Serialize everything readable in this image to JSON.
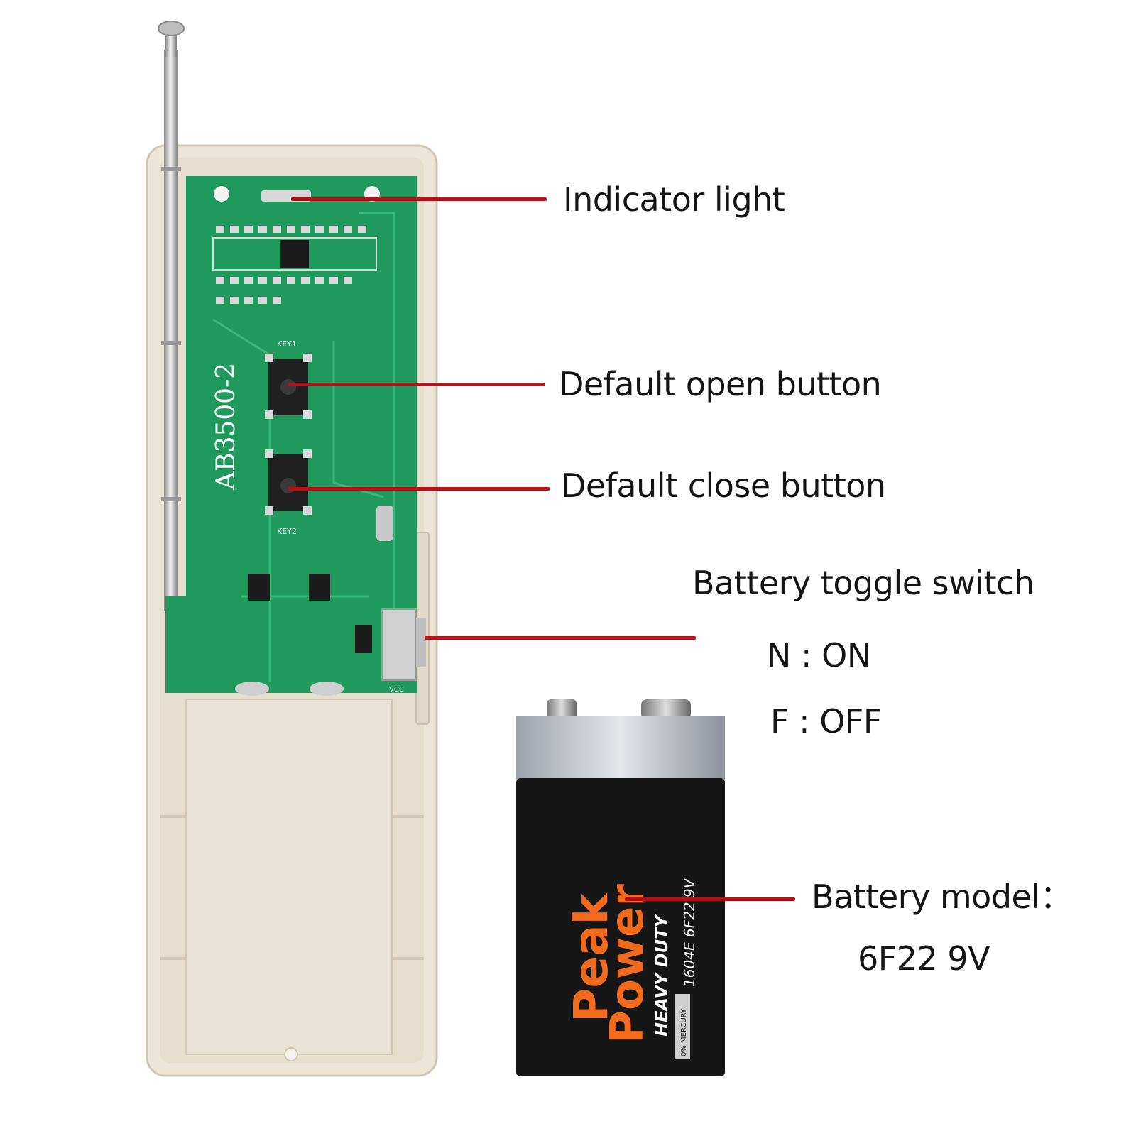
{
  "callouts": {
    "indicator_light": "Indicator light",
    "default_open_button": "Default open button",
    "default_close_button": "Default close button",
    "battery_toggle_switch": "Battery toggle switch",
    "switch_on": "N : ON",
    "switch_off": "F : OFF",
    "battery_model_label": "Battery model：",
    "battery_model_value": "6F22 9V"
  },
  "board": {
    "model_marking": "AB3500-2",
    "key1_label": "KEY1",
    "key2_label": "KEY2",
    "vcc_label": "VCC"
  },
  "battery": {
    "brand_line1": "Peak",
    "brand_line2": "Power",
    "subtitle": "HEAVY DUTY",
    "code": "1604E  6F22  9V",
    "badge": "0% MERCURY"
  },
  "colors": {
    "leader_line": "#b3121a",
    "pcb_green": "#1f9a5c",
    "battery_orange": "#f26a1b",
    "case_beige": "#ece6d8"
  }
}
